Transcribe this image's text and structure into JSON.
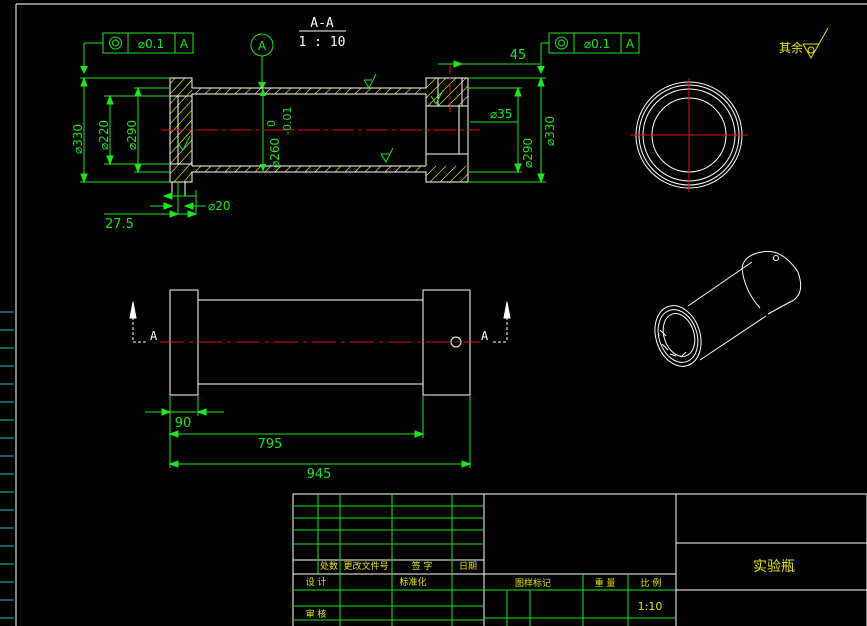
{
  "colors": {
    "background": "#000000",
    "outline": "#ffffff",
    "dimension": "#1ee61e",
    "centerline": "#e01010",
    "hatch": "#e8e600",
    "title_text": "#e8e600",
    "ruler": "#17c9c9"
  },
  "section": {
    "label": "A-A",
    "scale": "1 : 10",
    "datum": "A",
    "tolerance_left": {
      "symbol": "concentricity-icon",
      "value": "⌀0.1",
      "datum": "A"
    },
    "tolerance_right": {
      "symbol": "concentricity-icon",
      "value": "⌀0.1",
      "datum": "A"
    },
    "roughness_note": "其余"
  },
  "dims": {
    "d330_left": "⌀330",
    "d220": "⌀220",
    "d290_left": "⌀290",
    "d260": "⌀260",
    "tol_upper": "0",
    "tol_lower": "-0.01",
    "d35": "⌀35",
    "d290_right": "⌀290",
    "d330_right": "⌀330",
    "d20": "⌀20",
    "len45": "45",
    "len27_5": "27.5",
    "len90": "90",
    "len795": "795",
    "len945": "945",
    "cut_left": "A",
    "cut_right": "A"
  },
  "title_block": {
    "row_labels": [
      "处数",
      "更改文件号",
      "签 字",
      "日期"
    ],
    "designer_label": "设 计",
    "standard_label": "标准化",
    "review_label": "审 核",
    "stage_label": "图样标记",
    "weight_label": "重 量",
    "scale_label": "比 例",
    "scale_value": "1:10",
    "part_name": "实验瓶"
  }
}
